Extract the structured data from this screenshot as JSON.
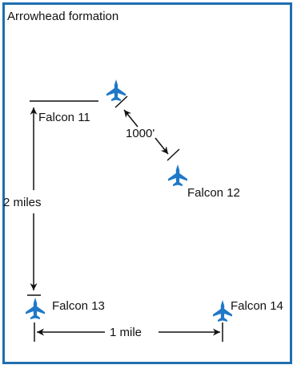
{
  "diagram": {
    "title": "Arrowhead formation",
    "aircraft": [
      {
        "label": "Falcon 11"
      },
      {
        "label": "Falcon 12"
      },
      {
        "label": "Falcon 13"
      },
      {
        "label": "Falcon 14"
      }
    ],
    "measurements": {
      "separation_11_12": "1000'",
      "vertical": "2 miles",
      "horizontal": "1 mile"
    },
    "colors": {
      "frame": "#1f6fb0",
      "aircraft": "#1f78c8",
      "line": "#111111"
    }
  }
}
